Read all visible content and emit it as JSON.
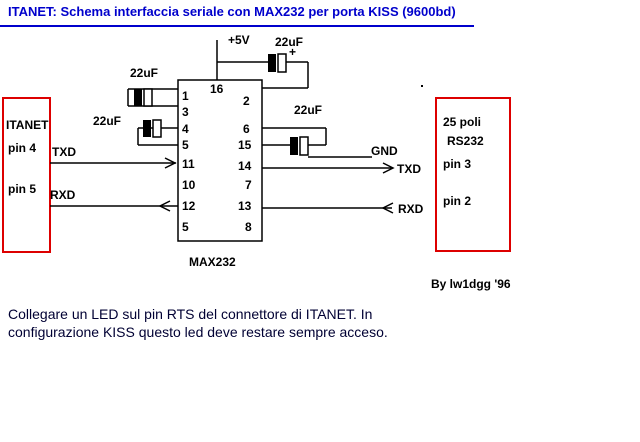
{
  "title": "ITANET: Schema interfaccia seriale con MAX232 per porta KISS (9600bd)",
  "colors": {
    "title": "#0000cc",
    "connector_box": "#dd0000",
    "wire": "#000000",
    "note": "#000033"
  },
  "chip": {
    "name": "MAX232",
    "left_pins": [
      "1",
      "3",
      "4",
      "5",
      "11",
      "10",
      "12",
      "5"
    ],
    "right_pins": [
      "2",
      "6",
      "15",
      "14",
      "7",
      "13",
      "8"
    ],
    "top_pin": "16"
  },
  "power_label": "+5V",
  "gnd_label": "GND",
  "capacitors": {
    "c1": "22uF",
    "c2": "22uF",
    "c3": "22uF",
    "c4": "22uF",
    "c1_polarity": "+"
  },
  "itanet": {
    "name": "ITANET",
    "pin_a": "pin 4",
    "pin_b": "pin 5"
  },
  "rs232": {
    "line1": "25 poli",
    "line2": "RS232",
    "pin_a": "pin 3",
    "pin_b": "pin 2"
  },
  "signals": {
    "txd_in": "TXD",
    "rxd_out": "RXD",
    "txd_out": "TXD",
    "rxd_in": "RXD"
  },
  "author": "By lw1dgg '96",
  "note_lines": [
    "Collegare un LED sul pin RTS del connettore di  ITANET. In",
    "configurazione KISS questo led deve restare sempre acceso."
  ]
}
